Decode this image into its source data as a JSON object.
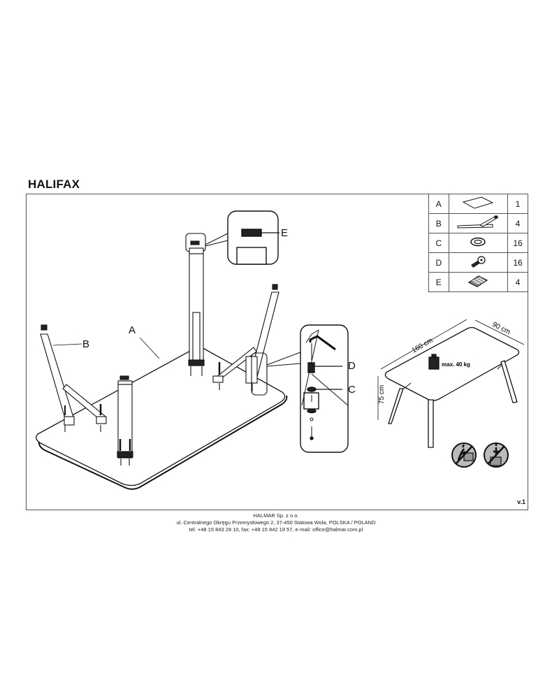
{
  "header": {
    "title": "HALIFAX"
  },
  "parts_table": {
    "rows": [
      {
        "letter": "A",
        "icon": "tabletop-icon",
        "qty": "1"
      },
      {
        "letter": "B",
        "icon": "leg-frame-icon",
        "qty": "4"
      },
      {
        "letter": "C",
        "icon": "washer-icon",
        "qty": "16"
      },
      {
        "letter": "D",
        "icon": "bolt-icon",
        "qty": "16"
      },
      {
        "letter": "E",
        "icon": "felt-pad-icon",
        "qty": "4"
      }
    ]
  },
  "callouts": {
    "a": "A",
    "b": "B",
    "c": "C",
    "d": "D",
    "e": "E"
  },
  "dimensions": {
    "length": "160 cm",
    "width": "90 cm",
    "height": "75 cm",
    "max_load": "max. 40 kg"
  },
  "warnings": [
    {
      "icon": "no-climbing-icon"
    },
    {
      "icon": "no-standing-icon"
    }
  ],
  "version": "v.1",
  "footer": {
    "company": "HALMAR Sp. z o.o.",
    "address": "ul. Centralnego Okręgu Przemysłowego 2, 37-450 Stalowa Wola, POLSKA / POLAND",
    "contact": "tel. +48 15 843 28 10, fax: +48 15 842 19 57, e-mail: office@halmar.com.pl"
  }
}
